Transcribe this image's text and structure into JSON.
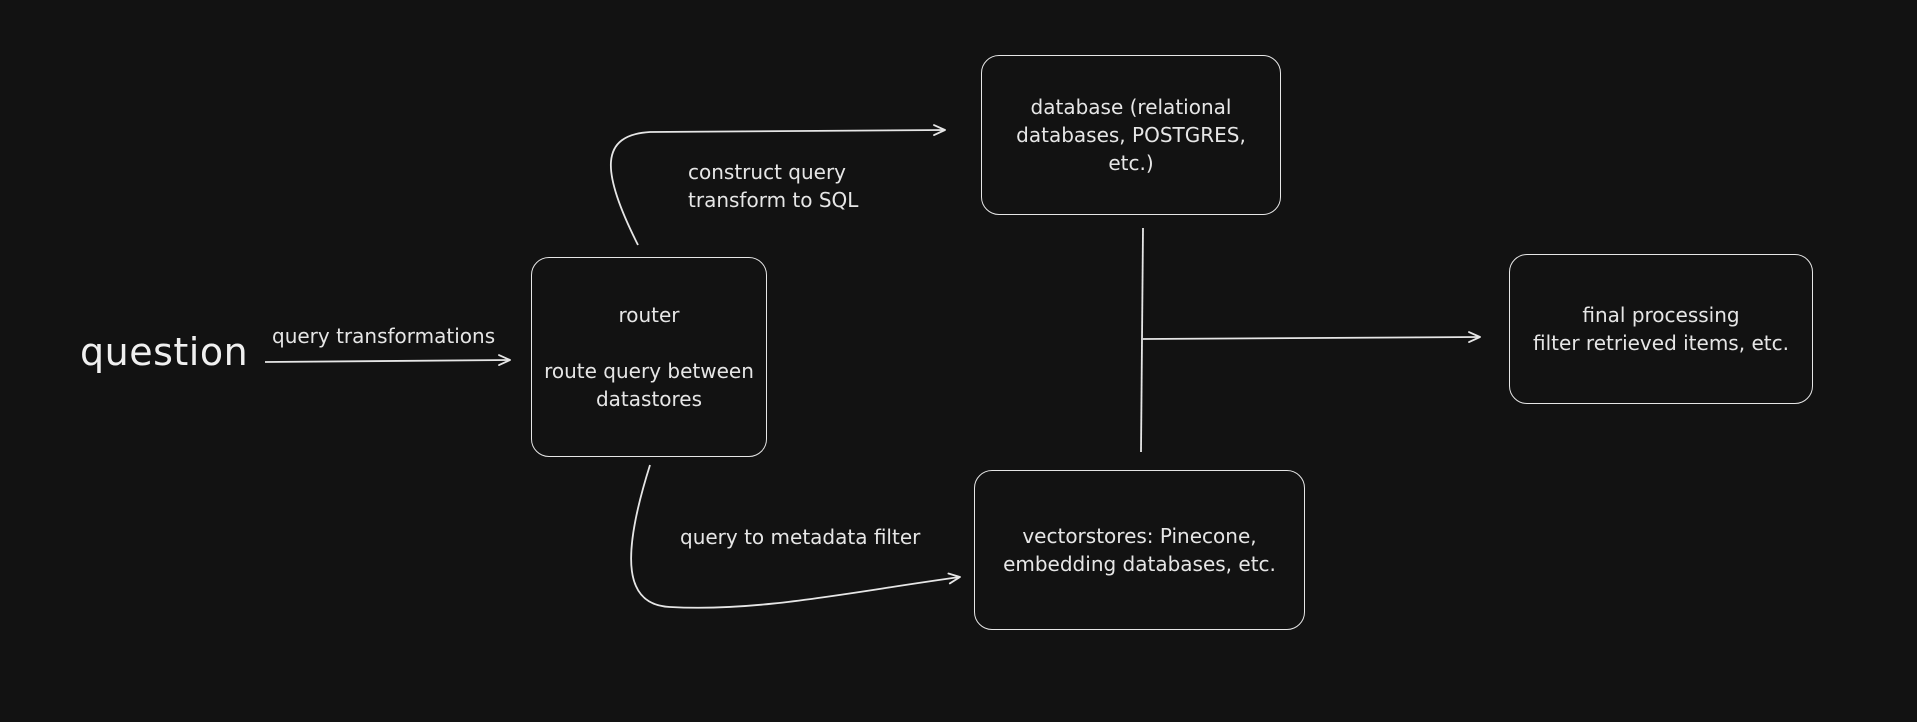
{
  "input": {
    "question": "question"
  },
  "nodes": {
    "router": "router\n\nroute query between\ndatastores",
    "database": "database (relational\ndatabases, POSTGRES,\netc.)",
    "vectorstores": "vectorstores: Pinecone,\nembedding databases, etc.",
    "final_processing": "final processing\nfilter retrieved items, etc."
  },
  "edges": {
    "question_to_router": "query transformations",
    "router_to_database": "construct query\ntransform to SQL",
    "router_to_vectorstores": "query to metadata filter"
  },
  "colors": {
    "background": "#121212",
    "stroke": "#e6e6e6"
  }
}
